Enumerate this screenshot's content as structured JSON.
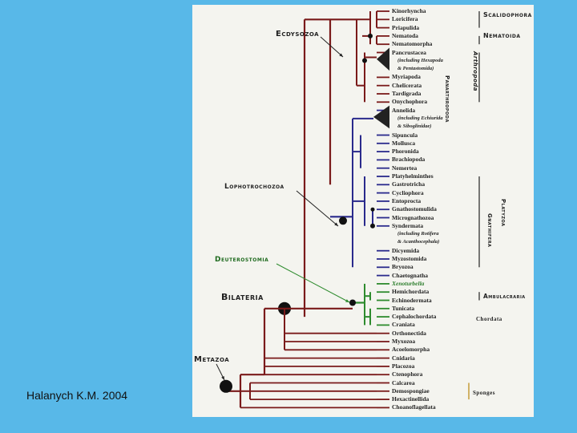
{
  "citation": "Halanych K.M. 2004",
  "colors": {
    "background": "#58b8e8",
    "panel": "#f4f4ef",
    "ecdysozoa": "#7a1a1a",
    "lophotrochozoa": "#2a2a8c",
    "deuterostomia": "#2e8b2e",
    "basal": "#7a1a1a"
  },
  "labels": {
    "ecdysozoa": "Ecdysozoa",
    "lophotrochozoa": "Lophotrochozoa",
    "deuterostomia": "Deuterostomia",
    "bilateria": "Bilateria",
    "metazoa": "Metazoa"
  },
  "side_labels": {
    "scalidophora": "Scalidophora",
    "nematoida": "Nematoida",
    "panarthropoda": "Panarthropoda",
    "arthropoda": "Arthropoda",
    "platyzoa": "Platyzoa",
    "gnathifera": "Gnathifera",
    "ambulacraria": "Ambulacraria",
    "chordata": "Chordata",
    "sponges": "Sponges"
  },
  "taxa": [
    {
      "name": "Kinorhyncha",
      "group": "ecd"
    },
    {
      "name": "Loricifera",
      "group": "ecd"
    },
    {
      "name": "Priapulida",
      "group": "ecd"
    },
    {
      "name": "Nematoda",
      "group": "ecd"
    },
    {
      "name": "Nematomorpha",
      "group": "ecd"
    },
    {
      "name": "Pancrustacea",
      "group": "ecd"
    },
    {
      "name": "(including Hexapoda",
      "group": "ecd-note"
    },
    {
      "name": "& Pentastomida)",
      "group": "ecd-note"
    },
    {
      "name": "Myriapoda",
      "group": "ecd"
    },
    {
      "name": "Chelicerata",
      "group": "ecd"
    },
    {
      "name": "Tardigrada",
      "group": "ecd"
    },
    {
      "name": "Onychophora",
      "group": "ecd"
    },
    {
      "name": "Annelida",
      "group": "lop"
    },
    {
      "name": "(including Echiurida",
      "group": "lop-note"
    },
    {
      "name": "& Siboglinidae)",
      "group": "lop-note"
    },
    {
      "name": "Sipuncula",
      "group": "lop"
    },
    {
      "name": "Mollusca",
      "group": "lop"
    },
    {
      "name": "Phoronida",
      "group": "lop"
    },
    {
      "name": "Brachiopoda",
      "group": "lop"
    },
    {
      "name": "Nemertea",
      "group": "lop"
    },
    {
      "name": "Platyhelminthes",
      "group": "lop"
    },
    {
      "name": "Gastrotricha",
      "group": "lop"
    },
    {
      "name": "Cycliophora",
      "group": "lop"
    },
    {
      "name": "Entoprocta",
      "group": "lop"
    },
    {
      "name": "Gnathostomulida",
      "group": "lop"
    },
    {
      "name": "Micrognathozoa",
      "group": "lop"
    },
    {
      "name": "Syndermata",
      "group": "lop"
    },
    {
      "name": "(including Rotifera",
      "group": "lop-note"
    },
    {
      "name": "& Acanthocephala)",
      "group": "lop-note"
    },
    {
      "name": "Dicyemida",
      "group": "lop"
    },
    {
      "name": "Myzostomida",
      "group": "lop"
    },
    {
      "name": "Bryozoa",
      "group": "lop"
    },
    {
      "name": "Chaetognatha",
      "group": "lop"
    },
    {
      "name": "Xenoturbella",
      "group": "deu"
    },
    {
      "name": "Hemichordata",
      "group": "deu"
    },
    {
      "name": "Echinodermata",
      "group": "deu"
    },
    {
      "name": "Tunicata",
      "group": "deu"
    },
    {
      "name": "Cephalochordata",
      "group": "deu"
    },
    {
      "name": "Craniata",
      "group": "deu"
    },
    {
      "name": "Orthonectida",
      "group": "bas"
    },
    {
      "name": "Myxozoa",
      "group": "bas"
    },
    {
      "name": "Acoelomorpha",
      "group": "bas"
    },
    {
      "name": "Cnidaria",
      "group": "bas"
    },
    {
      "name": "Placozoa",
      "group": "bas"
    },
    {
      "name": "Ctenophora",
      "group": "bas"
    },
    {
      "name": "Calcarea",
      "group": "bas"
    },
    {
      "name": "Demospongiae",
      "group": "bas"
    },
    {
      "name": "Hexactinellida",
      "group": "bas"
    },
    {
      "name": "Choanoflagellata",
      "group": "bas"
    }
  ]
}
